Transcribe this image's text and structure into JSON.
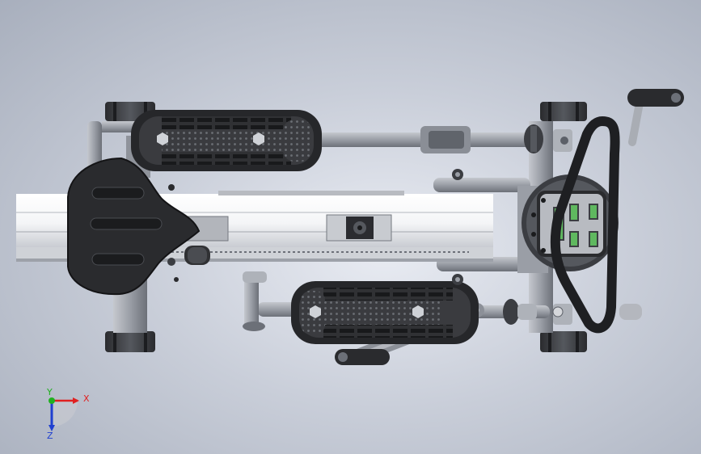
{
  "viewport": {
    "background_top": "#a8afbd",
    "background_center": "#e9ecf3"
  },
  "model": {
    "colors": {
      "frame": "#e9ebef",
      "frame_shadow": "#8d939e",
      "metal": "#9a9ea6",
      "metal_dark": "#5c6068",
      "rubber": "#3b3d42",
      "rubber_dark": "#202124",
      "seat": "#2a2b2e",
      "display_green": "#5fb85f"
    }
  },
  "triad": {
    "x_label": "X",
    "y_label": "Y",
    "z_label": "Z",
    "x_color": "#e02020",
    "y_color": "#20b020",
    "z_color": "#2040d0"
  }
}
